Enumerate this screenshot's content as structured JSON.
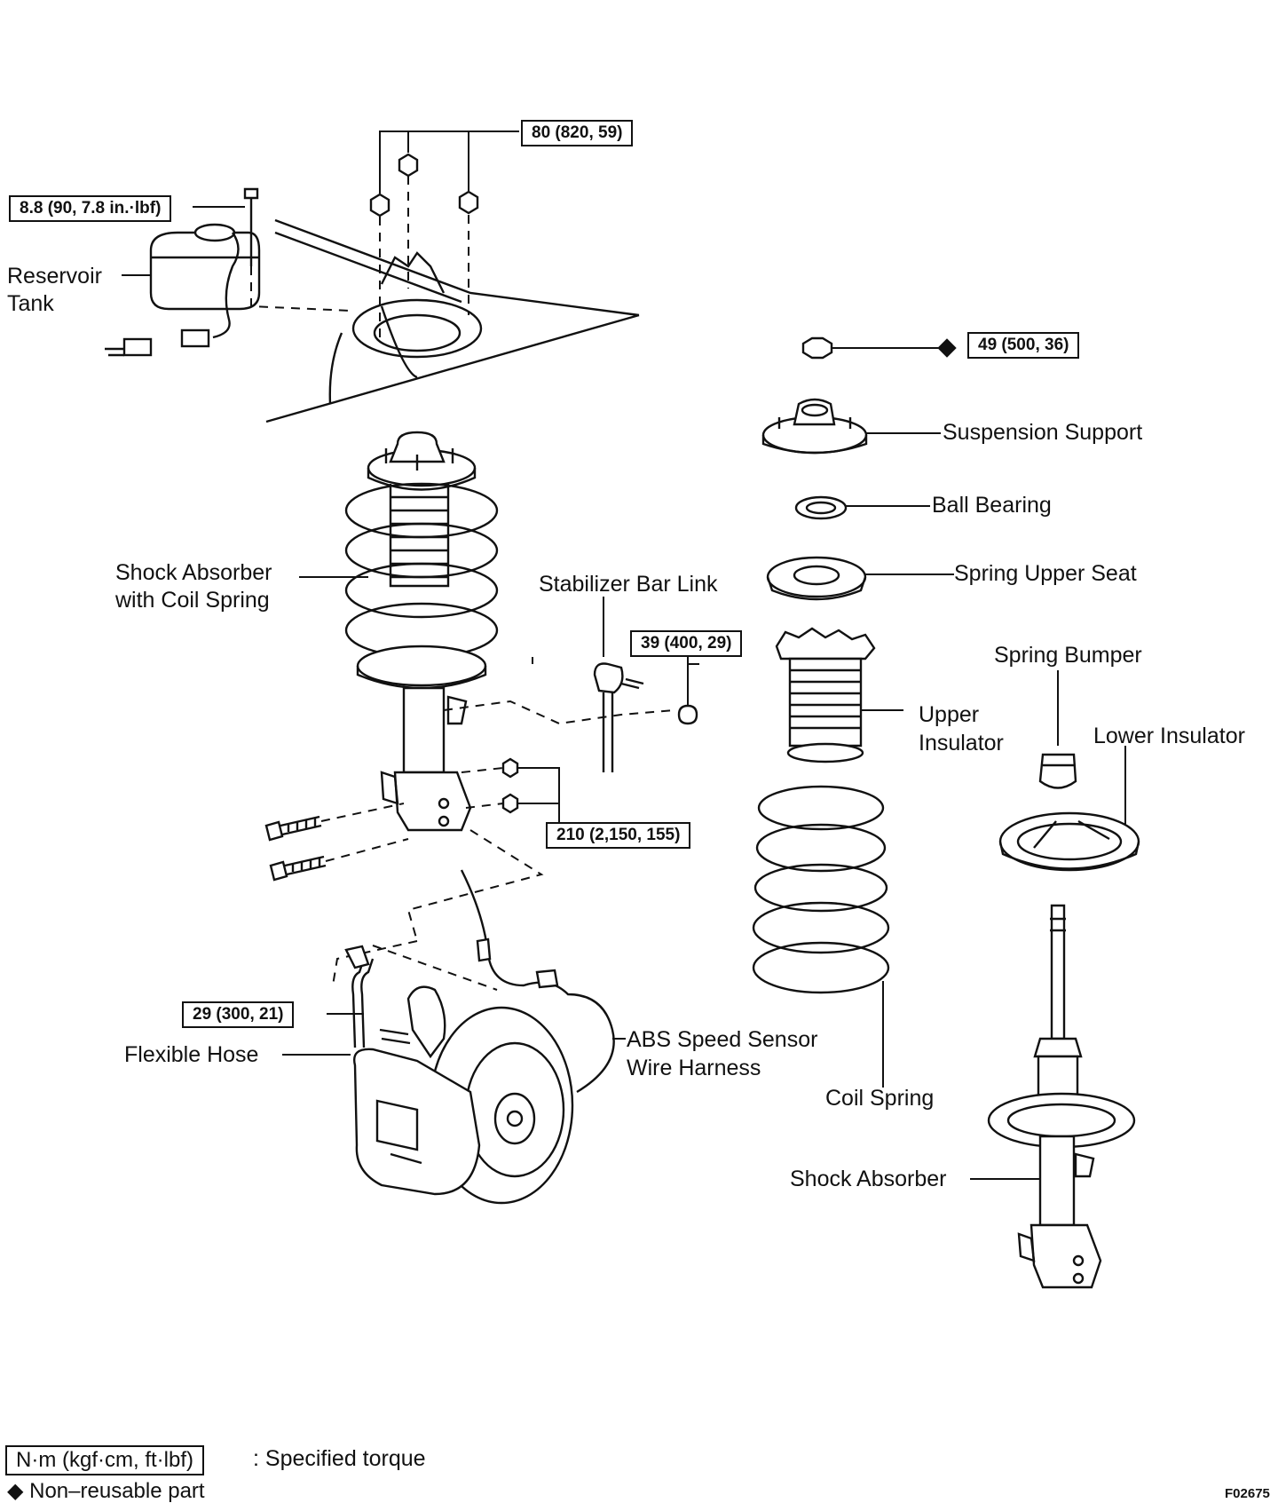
{
  "labels": {
    "reservoir_tank": [
      "Reservoir",
      "Tank"
    ],
    "shock_with_spring": [
      "Shock Absorber",
      "with Coil Spring"
    ],
    "stabilizer_link": "Stabilizer Bar Link",
    "suspension_support": "Suspension Support",
    "ball_bearing": "Ball Bearing",
    "spring_upper_seat": "Spring Upper Seat",
    "spring_bumper": "Spring Bumper",
    "upper_insulator": [
      "Upper",
      "Insulator"
    ],
    "lower_insulator": "Lower Insulator",
    "flexible_hose": "Flexible Hose",
    "abs_harness": [
      "ABS Speed Sensor",
      "Wire Harness"
    ],
    "coil_spring": "Coil Spring",
    "shock_absorber": "Shock Absorber"
  },
  "torques": {
    "upper_nuts": "80 (820, 59)",
    "reservoir_bolt": "8.8 (90, 7.8 in.·lbf)",
    "support_nut": "49 (500, 36)",
    "stabilizer_nut": "39 (400, 29)",
    "knuckle_bolts": "210 (2,150, 155)",
    "hose_bolt": "29 (300, 21)"
  },
  "legend": {
    "unit_box": "N·m (kgf·cm, ft·lbf)",
    "unit_desc": ": Specified torque",
    "nonreusable": "◆ Non–reusable part"
  },
  "figure_code": "F02675"
}
